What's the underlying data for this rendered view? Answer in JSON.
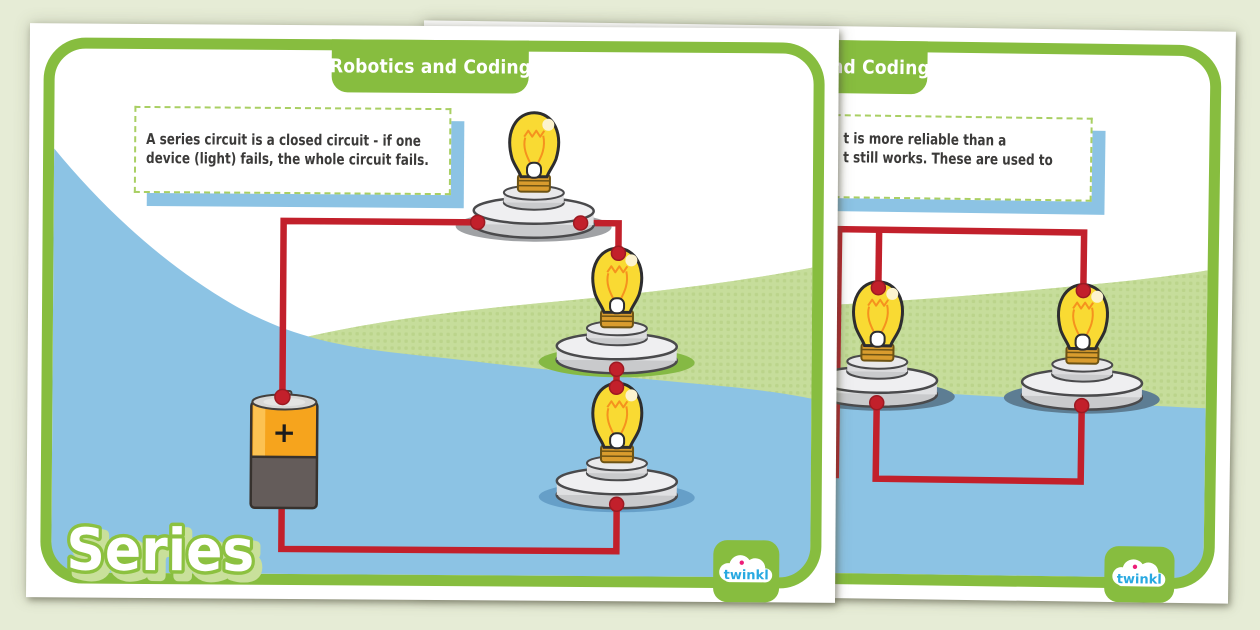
{
  "page": {
    "background_color": "#e6ecd6",
    "description": "Two overlapping Twinkl 'Robotics and Coding' circuit cards"
  },
  "front_card": {
    "badge_label": "Robotics and Coding",
    "description_lines": [
      "A series circuit is a closed circuit - if one",
      "device (light) fails, the whole circuit fails."
    ],
    "title": "Series",
    "battery_positive_label": "+",
    "bulb_count": 3,
    "logo_label": "twinkl"
  },
  "back_card": {
    "badge_label": "Robotics and Coding",
    "description_visible_lines": [
      "t is more reliable than a",
      "t still works. These are used to"
    ],
    "bulb_count": 2,
    "logo_label": "twinkl"
  },
  "colors": {
    "card_green": "#87bd3f",
    "dashed_border_green": "#a9cf63",
    "band_green": "#c6dd9b",
    "sky_blue": "#8cc3e4",
    "wire_red": "#c2202b",
    "bulb_yellow": "#f9da33",
    "brass": "#d99c2e",
    "battery_orange": "#f6a41d",
    "battery_body_gray": "#645c5a",
    "logo_blue": "#29a9e1",
    "logo_dot_pink": "#ed1e79",
    "text_dark": "#3b3a39"
  }
}
